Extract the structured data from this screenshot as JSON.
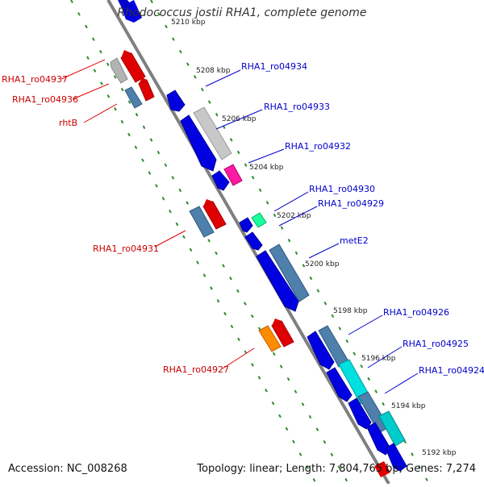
{
  "title": "Rhodococcus jostii RHA1, complete genome",
  "footer": {
    "accession": "Accession: NC_008268",
    "summary": "Topology: linear; Length: 7,804,765 bp; Genes: 7,274"
  },
  "colors": {
    "backbone": "#7f7f7f",
    "dotted_track": "#2e8b2e",
    "left_labels": "#cc0000",
    "right_labels": "#0000cc",
    "tick_text": "#222222"
  },
  "ticks": [
    "5208 kbp",
    "5206 kbp",
    "5204 kbp",
    "5202 kbp",
    "5200 kbp",
    "5198 kbp",
    "5196 kbp",
    "5194 kbp",
    "5192 kbp"
  ],
  "left_labels": [
    "RHA1_ro04937",
    "RHA1_ro04936",
    "rhtB",
    "RHA1_ro04931",
    "RHA1_ro04927"
  ],
  "right_labels": [
    "RHA1_ro04934",
    "RHA1_ro04933",
    "RHA1_ro04932",
    "RHA1_ro04930",
    "RHA1_ro04929",
    "metE2",
    "RHA1_ro04926",
    "RHA1_ro04925",
    "RHA1_ro04924"
  ],
  "top_tick_partial": "5210 kbp"
}
